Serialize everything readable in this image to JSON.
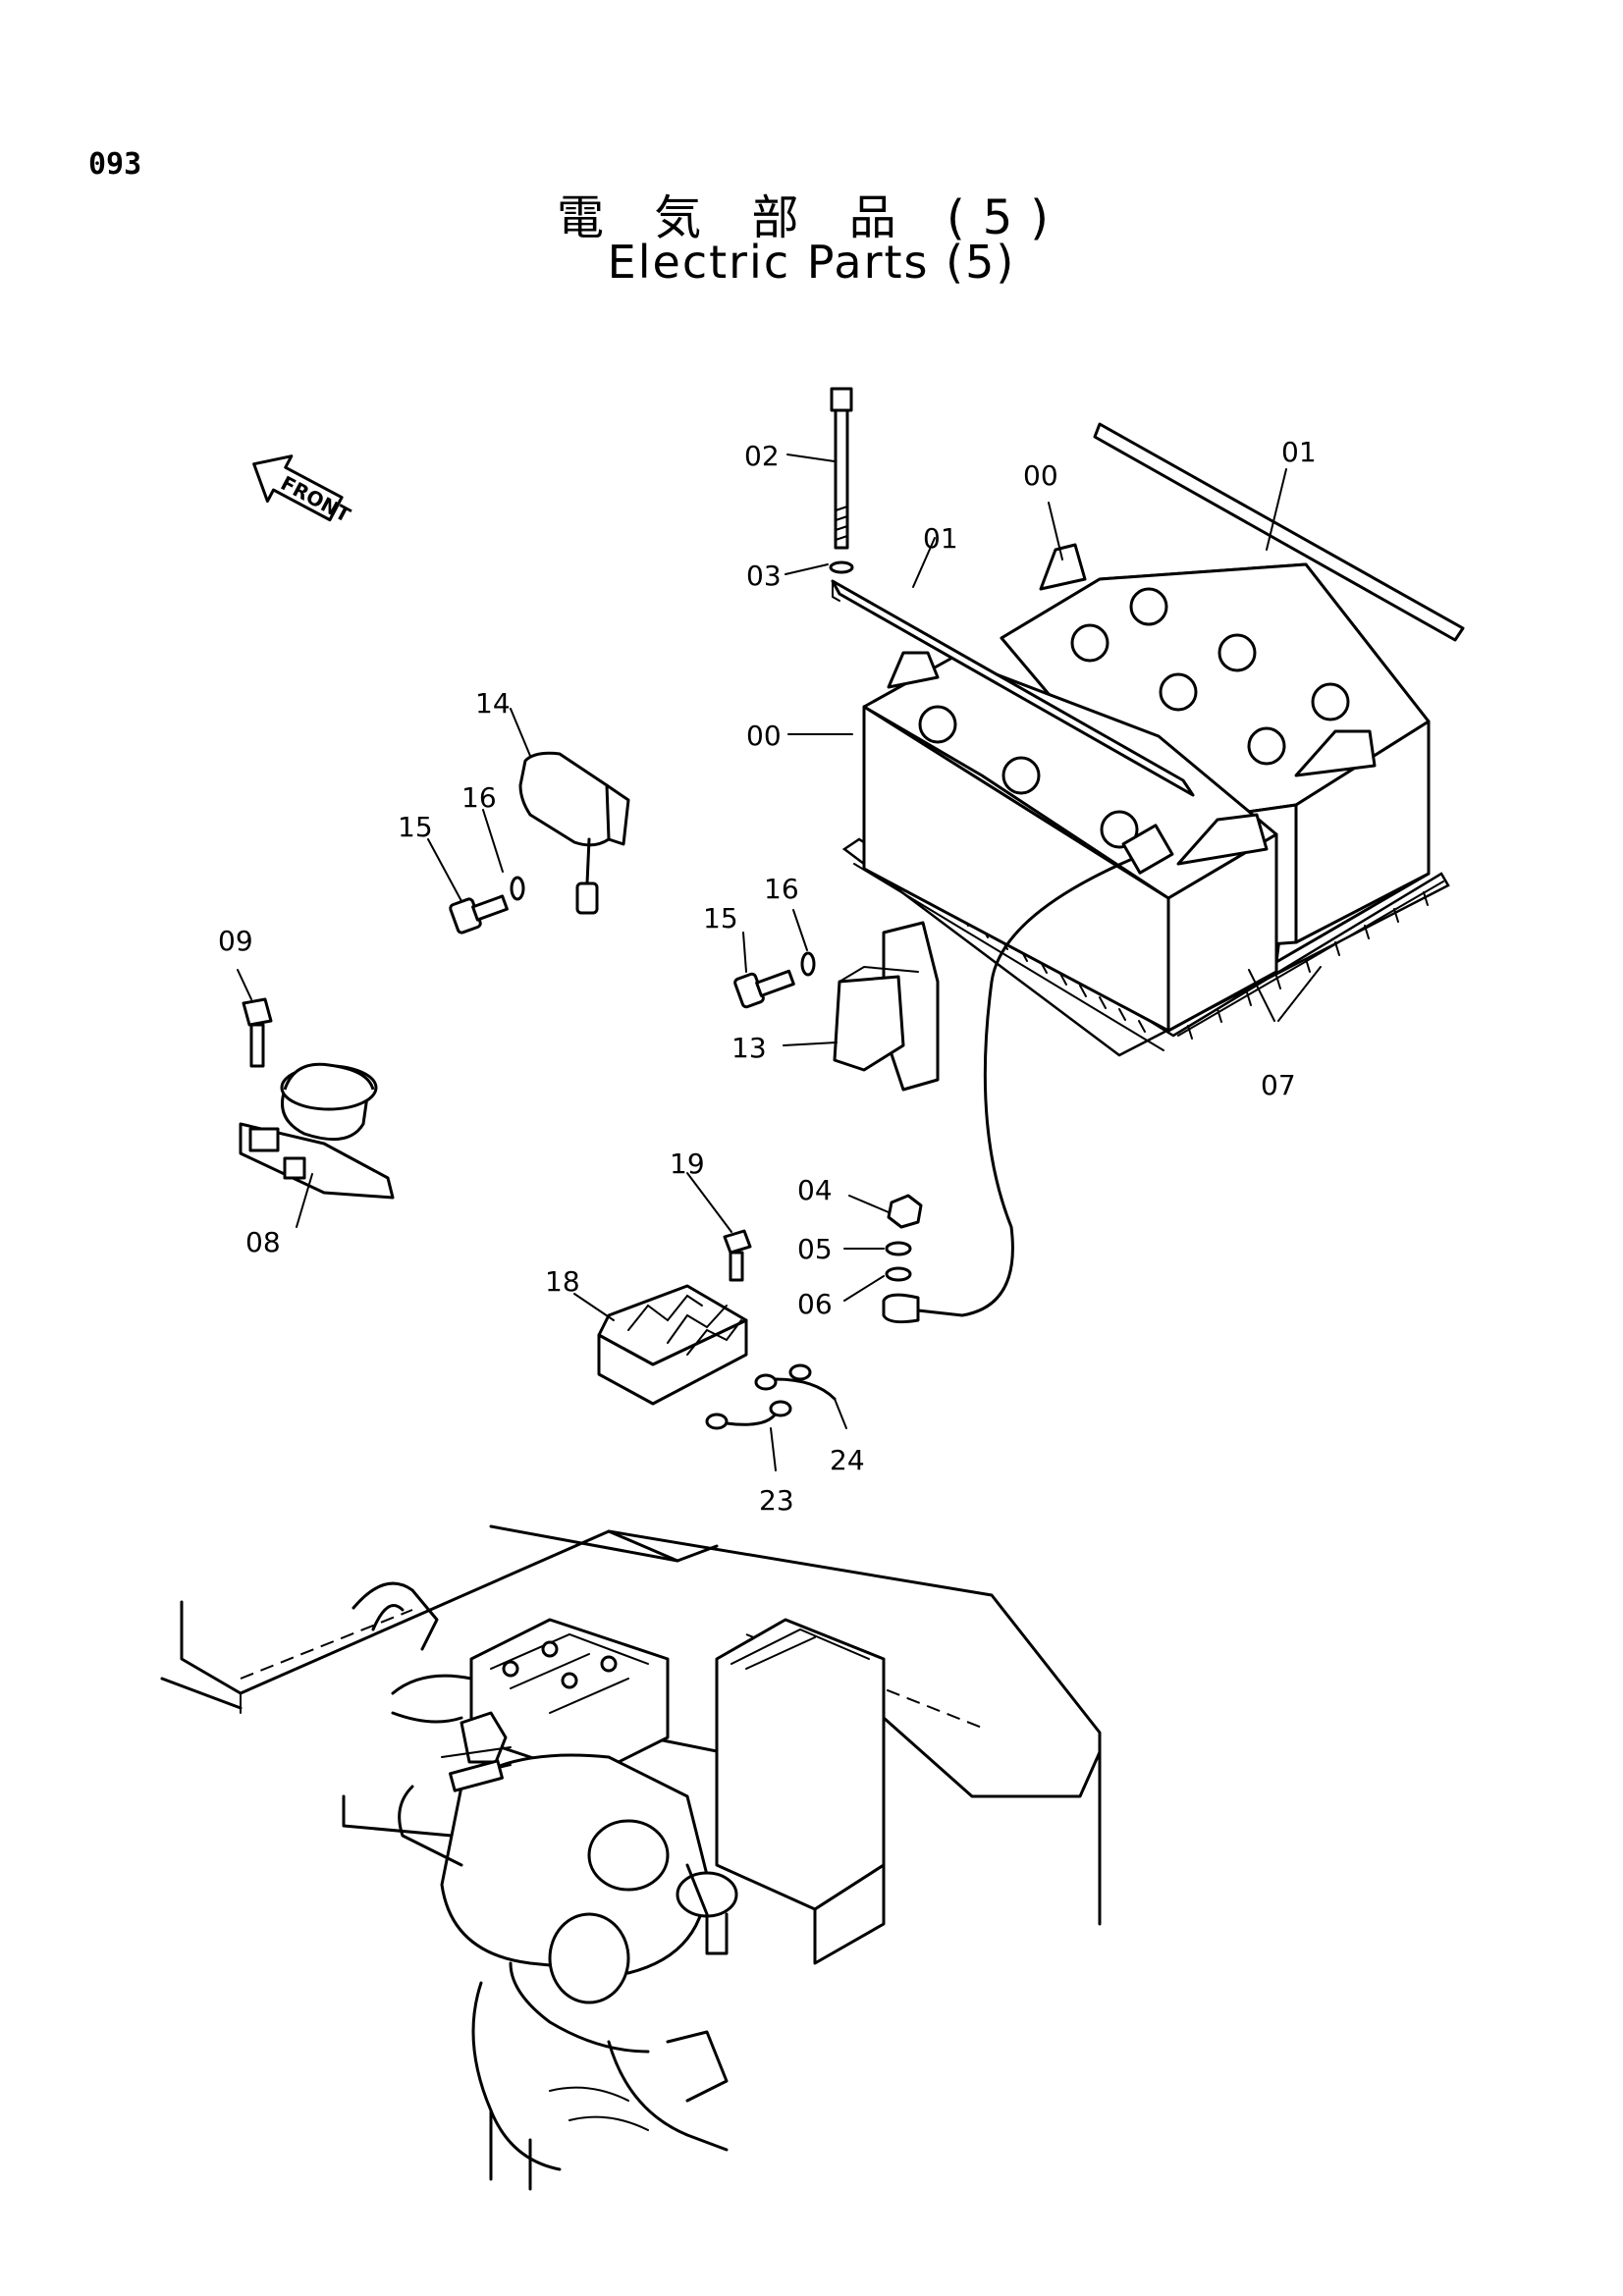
{
  "page": {
    "number": "093",
    "title_ja": "電 気 部 品 (5)",
    "title_en": "Electric Parts (5)"
  },
  "front_marker": {
    "label": "FRONT",
    "icon": "front-arrow-icon"
  },
  "callouts": {
    "c00a": "00",
    "c00b": "00",
    "c01a": "01",
    "c01b": "01",
    "c02": "02",
    "c03": "03",
    "c04": "04",
    "c05": "05",
    "c06": "06",
    "c07": "07",
    "c08": "08",
    "c09": "09",
    "c13": "13",
    "c14": "14",
    "c15a": "15",
    "c15b": "15",
    "c16a": "16",
    "c16b": "16",
    "c18": "18",
    "c19": "19",
    "c23": "23",
    "c24": "24"
  }
}
